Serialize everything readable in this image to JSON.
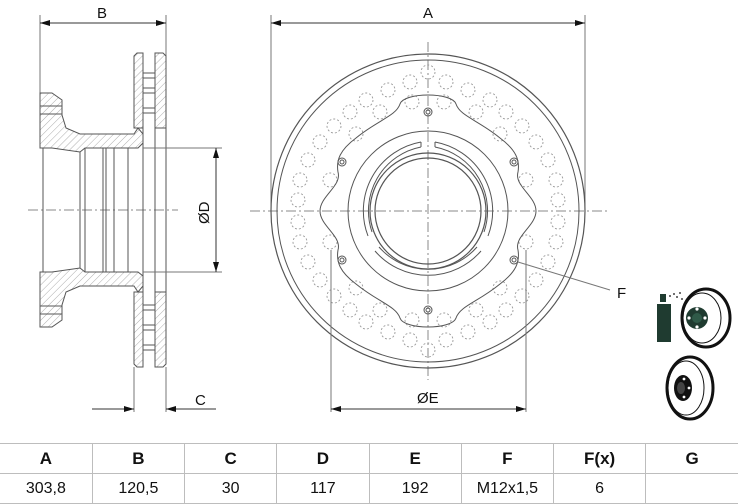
{
  "drawing": {
    "side_view": {
      "dimension_B_label": "B",
      "dimension_C_label": "C",
      "dimension_D_label": "ØD"
    },
    "front_view": {
      "dimension_A_label": "A",
      "dimension_E_label": "ØE",
      "callout_F_label": "F",
      "bolt_holes": 6
    },
    "icons": [
      "spray-coated-disc-icon",
      "brake-disc-icon"
    ]
  },
  "spec_table": {
    "headers": [
      "A",
      "B",
      "C",
      "D",
      "E",
      "F",
      "F(x)",
      "G"
    ],
    "values": [
      "303,8",
      "120,5",
      "30",
      "117",
      "192",
      "M12x1,5",
      "6",
      ""
    ]
  }
}
